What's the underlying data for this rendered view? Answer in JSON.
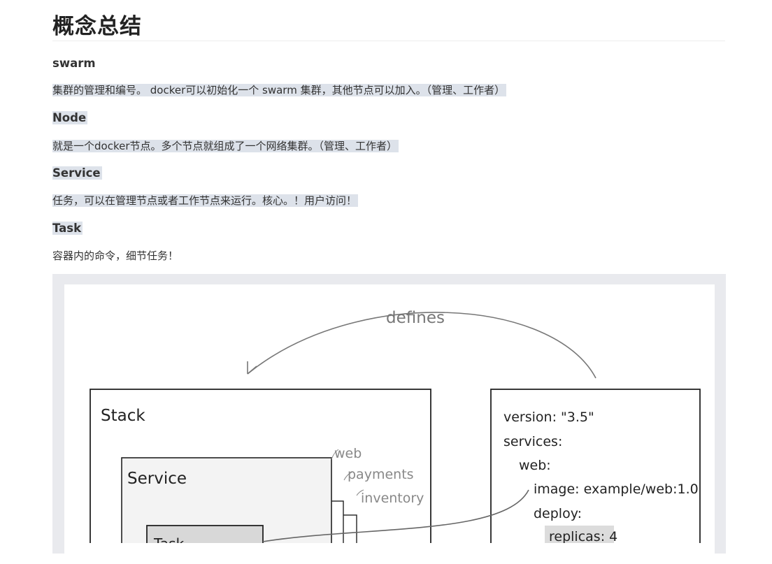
{
  "heading": "概念总结",
  "concepts": [
    {
      "term": "swarm",
      "description": "集群的管理和编号。 docker可以初始化一个 swarm 集群，其他节点可以加入。（管理、工作者）"
    },
    {
      "term": "Node",
      "description": "就是一个docker节点。多个节点就组成了一个网络集群。（管理、工作者）"
    },
    {
      "term": "Service",
      "description": "任务，可以在管理节点或者工作节点来运行。核心。！用户访问！"
    },
    {
      "term": "Task",
      "description": "容器内的命令，细节任务！"
    }
  ],
  "diagram": {
    "arrow_label": "defines",
    "stack_label": "Stack",
    "service_label": "Service",
    "task_label": "Task",
    "service_names": [
      "web",
      "payments",
      "inventory"
    ],
    "compose_lines": [
      "version: \"3.5\"",
      "services:",
      "web:",
      "image: example/web:1.0",
      "deploy:",
      "replicas: 4"
    ]
  }
}
